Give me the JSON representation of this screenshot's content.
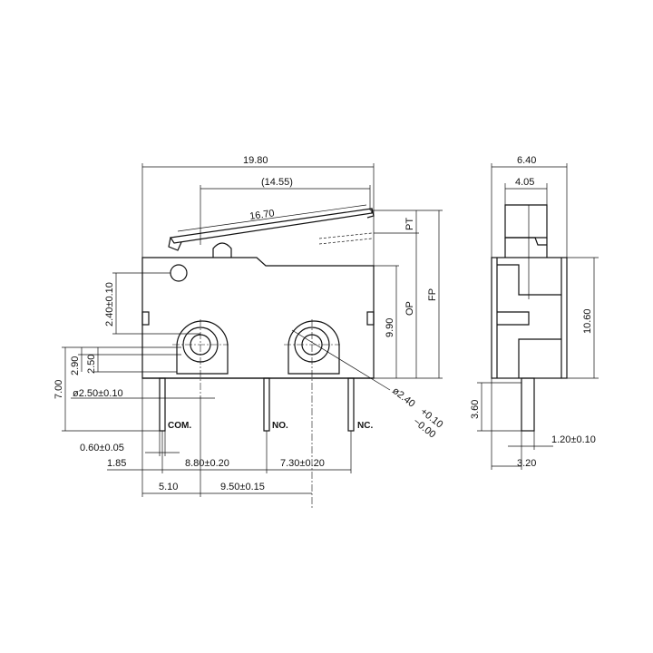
{
  "front_view": {
    "dimensions": {
      "overall_length": "19.80",
      "lever_pivot_span": "(14.55)",
      "lever_length": "16.70",
      "mount_hole_offset": "2.40±0.10",
      "hole_to_pin_vertical": "2.90",
      "hole_height": "2.50",
      "pin_length": "7.00",
      "mount_hole_diameter": "ø2.50±0.10",
      "hole_diameter_right": "ø2.40",
      "hole_tol_plus": "+0.10",
      "hole_tol_minus": "−0.00",
      "pin_width": "0.60±0.05",
      "com_offset": "1.85",
      "com_to_no": "8.80±0.20",
      "no_to_nc": "7.30±0.20",
      "edge_to_hole": "5.10",
      "hole_spacing": "9.50±0.15",
      "body_height": "9.90",
      "pt": "PT",
      "op": "OP",
      "fp": "FP"
    },
    "terminals": {
      "com": "COM.",
      "no": "NO.",
      "nc": "NC."
    }
  },
  "side_view": {
    "dimensions": {
      "overall_width": "6.40",
      "actuator_width": "4.05",
      "body_height": "10.60",
      "pin_length": "3.60",
      "pin_thickness": "1.20±0.10",
      "pin_offset": "3.20"
    }
  }
}
